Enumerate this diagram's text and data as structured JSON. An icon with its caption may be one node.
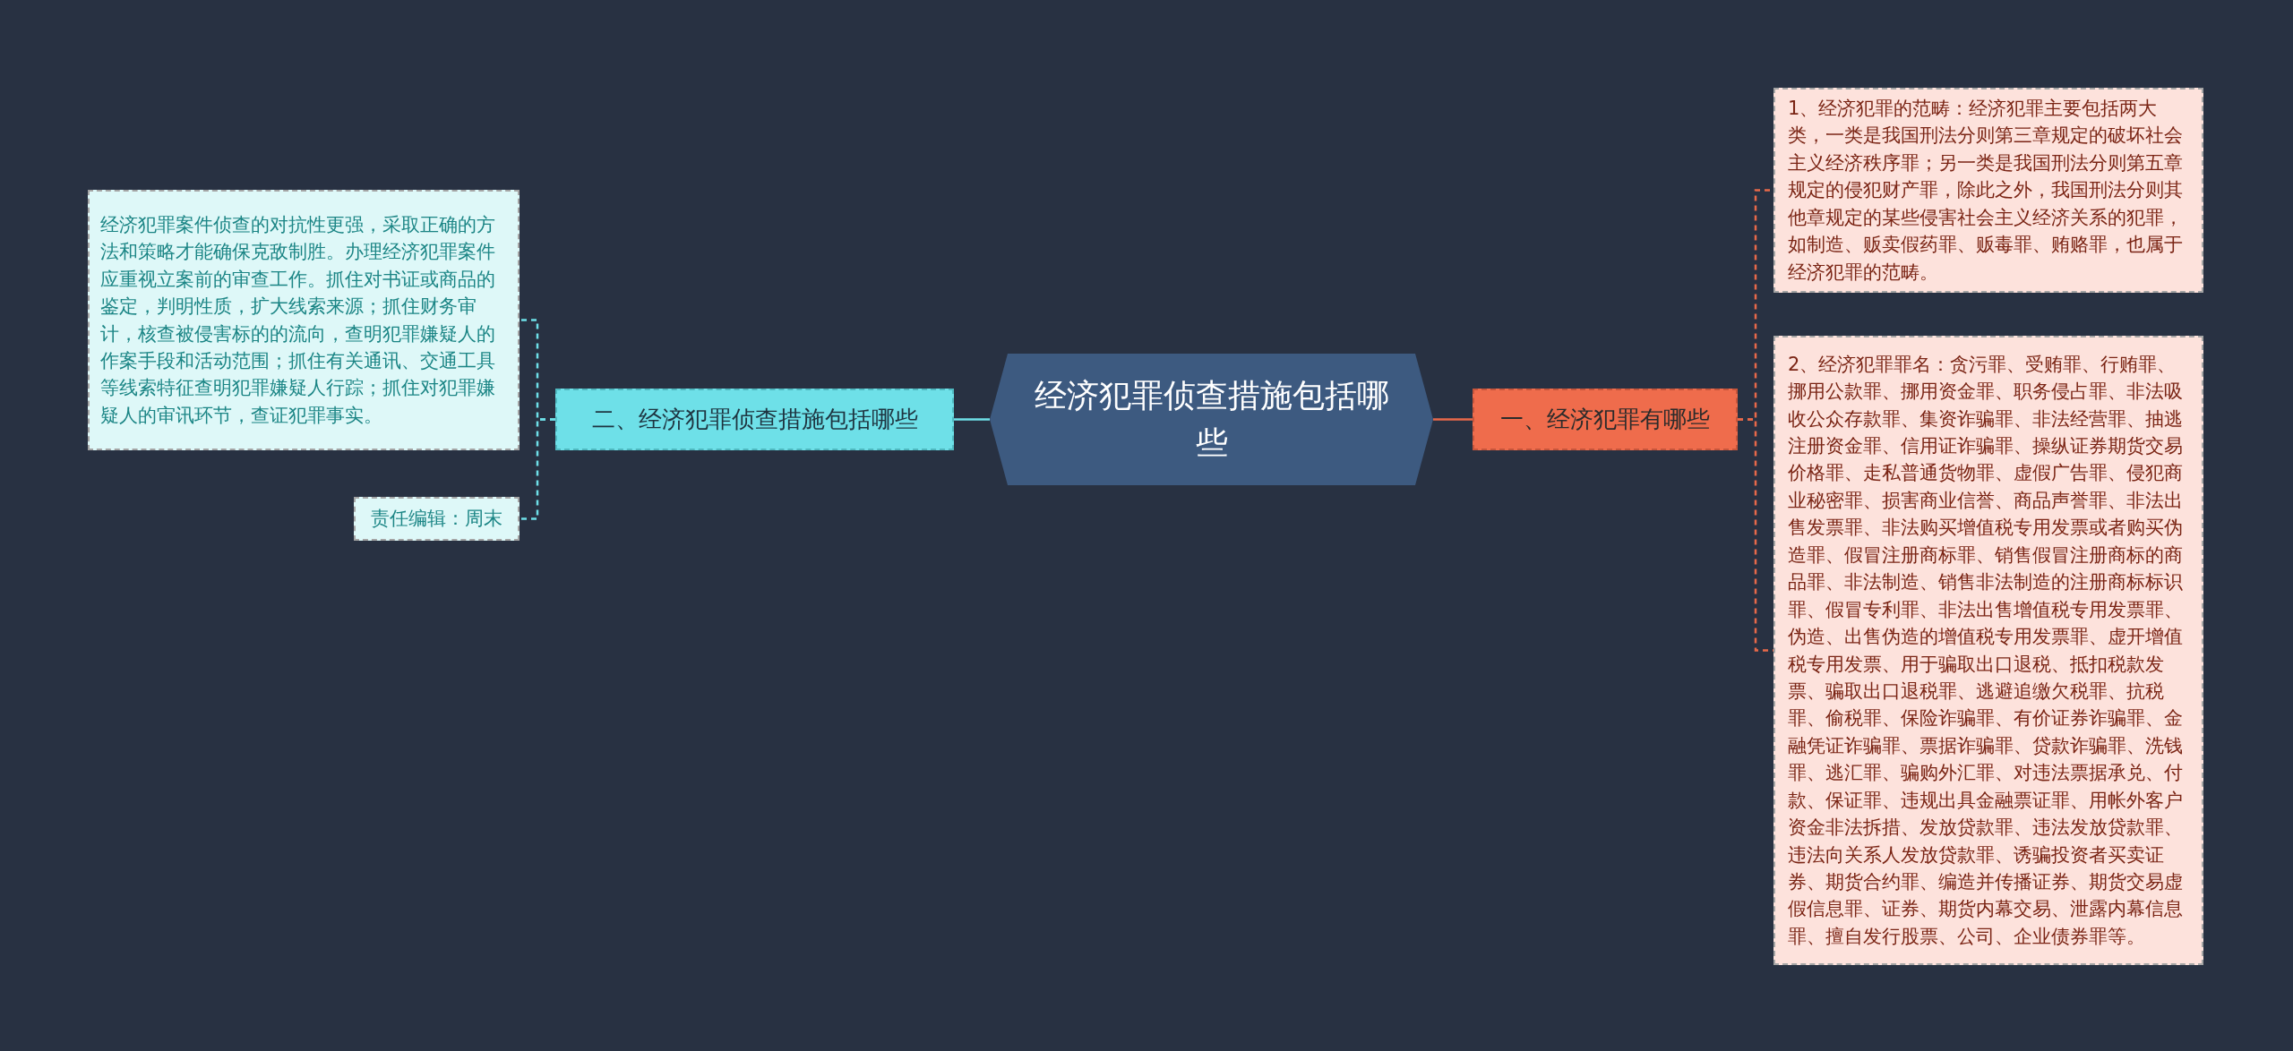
{
  "diagram": {
    "nodes": [
      {
        "text": [
          "经济犯罪侦查措施包括哪些"
        ]
      },
      {
        "text": [
          "一、经济犯罪有哪些"
        ]
      },
      {
        "text": [
          "1、经济犯罪的范畴：经济犯罪主要包括两大类，一类是我国刑法分则第三章规定的破坏社会主义经济秩序罪；另一类是我国刑法分则第五章规定的侵犯财产罪，除此之外，我国刑法分则其他章规定的某些侵害社会主义经济关系的犯罪，如制造、贩卖假药罪、贩毒罪、贿赂罪，也属于经济犯罪的范畴。"
        ]
      },
      {
        "text": [
          "2、经济犯罪罪名：贪污罪、受贿罪、行贿罪、挪用公款罪、挪用资金罪、职务侵占罪、非法吸收公众存款罪、集资诈骗罪、非法经营罪、抽逃注册资金罪、信用证诈骗罪、操纵证券期货交易价格罪、走私普通货物罪、虚假广告罪、侵犯商业秘密罪、损害商业信誉、商品声誉罪、非法出售发票罪、非法购买增值税专用发票或者购买伪造罪、假冒注册商标罪、销售假冒注册商标的商品罪、非法制造、销售非法制造的注册商标标识罪、假冒专利罪、非法出售增值税专用发票罪、伪造、出售伪造的增值税专用发票罪、虚开增值税专用发票、用于骗取出口退税、抵扣税款发票、骗取出口退税罪、逃避追缴欠税罪、抗税罪、偷税罪、保险诈骗罪、有价证券诈骗罪、金融凭证诈骗罪、票据诈骗罪、贷款诈骗罪、洗钱罪、逃汇罪、骗购外汇罪、对违法票据承兑、付款、保证罪、违规出具金融票证罪、用帐外客户资金非法拆措、发放贷款罪、违法发放贷款罪、违法向关系人发放贷款罪、诱骗投资者买卖证券、期货合约罪、编造并传播证券、期货交易虚假信息罪、证券、期货内幕交易、泄露内幕信息罪、擅自发行股票、公司、企业债券罪等。"
        ]
      },
      {
        "text": [
          "二、经济犯罪侦查措施包括哪些"
        ]
      },
      {
        "text": [
          "经济犯罪案件侦查的对抗性更强，采取正确的方法和策略才能确保克敌制胜。办理经济犯罪案件应重视立案前的审查工作。抓住对书证或商品的鉴定，判明性质，扩大线索来源；抓住财务审计，核查被侵害标的的流向，查明犯罪嫌疑人的作案手段和活动范围；抓住有关通讯、交通工具等线索特征查明犯罪嫌疑人行踪；抓住对犯罪嫌疑人的审讯环节，查证犯罪事实。"
        ]
      },
      {
        "text": [
          "责任编辑：周末"
        ]
      }
    ],
    "edges": [
      {
        "from": 0,
        "to": 1,
        "arrow": "none",
        "color": "#e8694a"
      },
      {
        "from": 1,
        "to": 2,
        "arrow": "none",
        "style": "dashed",
        "color": "#e8694a"
      },
      {
        "from": 1,
        "to": 3,
        "arrow": "none",
        "style": "dashed",
        "color": "#e8694a"
      },
      {
        "from": 0,
        "to": 4,
        "arrow": "none",
        "color": "#6ee0e8"
      },
      {
        "from": 4,
        "to": 5,
        "arrow": "none",
        "style": "dashed",
        "color": "#6ee0e8"
      },
      {
        "from": 4,
        "to": 6,
        "arrow": "none",
        "style": "dashed",
        "color": "#6ee0e8"
      }
    ]
  }
}
